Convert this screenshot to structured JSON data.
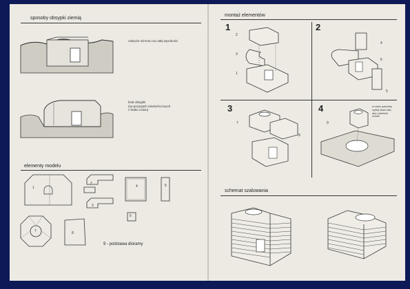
{
  "left_page": {
    "section1_title": "sposoby obsypki ziemią",
    "caption1": "zakrycie schronu na całej wysokości",
    "caption2_lines": [
      "brak obsypki",
      "(na pozycjach nieukończonych",
      "z braku czasu)"
    ],
    "section2_title": "elementy modelu",
    "part_labels": [
      "1",
      "2",
      "3",
      "4",
      "5",
      "6",
      "7",
      "8"
    ],
    "base_caption": "9 - podstawa dioramy"
  },
  "right_page": {
    "section1_title": "montaż elementów",
    "steps": [
      "1",
      "2",
      "3",
      "4"
    ],
    "step1_callouts": [
      "2",
      "3",
      "1"
    ],
    "step2_callouts": [
      "4",
      "6",
      "5"
    ],
    "step3_callouts": [
      "7",
      "8"
    ],
    "step4_callout": "9",
    "step4_note_lines": [
      "w razie potrzeby",
      "wytnij otwór tak,",
      "aby umieścić",
      "model"
    ],
    "section2_title": "schemat szalowania"
  },
  "colors": {
    "background": "#0d1a57",
    "paper": "#eceae2",
    "ink": "#222222"
  }
}
